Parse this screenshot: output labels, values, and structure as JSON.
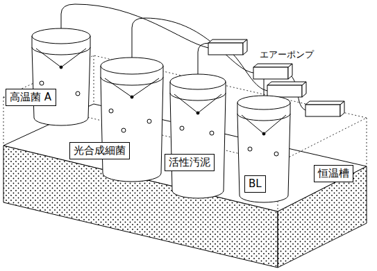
{
  "diagram": {
    "nodes": [
      {
        "text": [
          "高温菌 A"
        ]
      },
      {
        "text": [
          "光合成細菌"
        ]
      },
      {
        "text": [
          "活性汚泥"
        ]
      },
      {
        "text": [
          "BL"
        ]
      },
      {
        "text": [
          "恒温槽"
        ]
      }
    ],
    "labels": [
      "エアーポンプ"
    ]
  }
}
